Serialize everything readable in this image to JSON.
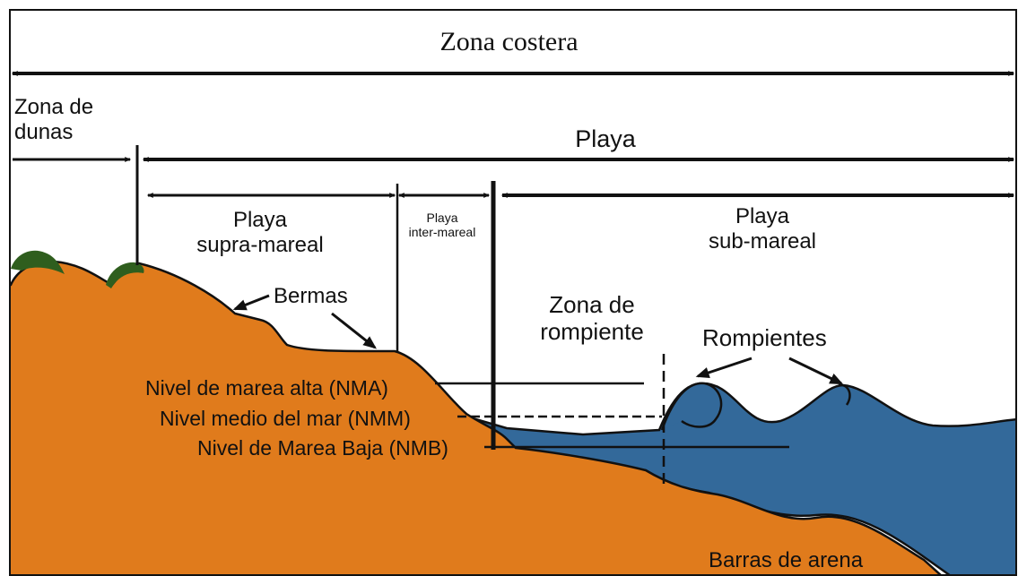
{
  "title": "Zona costera",
  "zones": {
    "dunas": "Zona de\ndunas",
    "playa": "Playa",
    "supra": "Playa\nsupra-mareal",
    "inter": "Playa\ninter-mareal",
    "sub": "Playa\nsub-mareal"
  },
  "features": {
    "bermas": "Bermas",
    "zona_rompiente": "Zona de\nrompiente",
    "rompientes": "Rompientes",
    "barras": "Barras de arena"
  },
  "levels": {
    "nma": "Nivel de marea alta (NMA)",
    "nmm": "Nivel medio del mar (NMM)",
    "nmb": "Nivel de Marea Baja (NMB)"
  },
  "colors": {
    "sand": "#e07b1c",
    "water": "#33699a",
    "vegetation": "#2f5e1e",
    "line": "#111111"
  }
}
